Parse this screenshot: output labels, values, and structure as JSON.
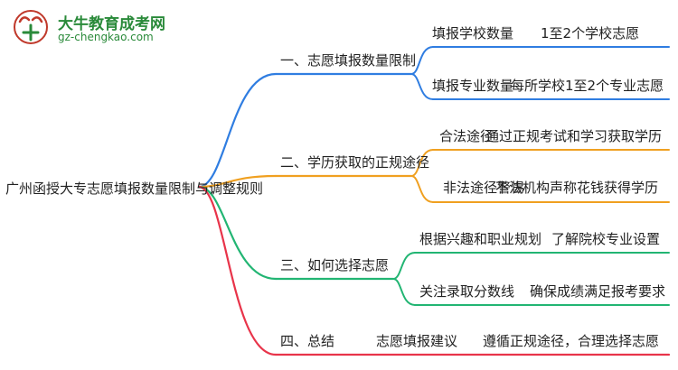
{
  "logo": {
    "name": "大牛教育成考网",
    "url": "gz-chengkao.com"
  },
  "root": "广州函授大专志愿填报数量限制与调整规则",
  "colors": {
    "blue": "#2f7de1",
    "orange": "#f0a020",
    "green": "#22b573",
    "red": "#e8344a"
  },
  "branches": [
    {
      "label": "一、志愿填报数量限制",
      "color": "blue",
      "children": [
        {
          "label": "填报学校数量",
          "leaf": "1至2个学校志愿"
        },
        {
          "label": "填报专业数量",
          "leaf": "每所学校1至2个专业志愿"
        }
      ]
    },
    {
      "label": "二、学历获取的正规途径",
      "color": "orange",
      "children": [
        {
          "label": "合法途径",
          "leaf": "通过正规考试和学习获取学历"
        },
        {
          "label": "非法途径警惕",
          "leaf": "不法机构声称花钱获得学历"
        }
      ]
    },
    {
      "label": "三、如何选择志愿",
      "color": "green",
      "children": [
        {
          "label": "根据兴趣和职业规划",
          "leaf": "了解院校专业设置"
        },
        {
          "label": "关注录取分数线",
          "leaf": "确保成绩满足报考要求"
        }
      ]
    },
    {
      "label": "四、总结",
      "color": "red",
      "children": [
        {
          "label": "志愿填报建议",
          "leaf": "遵循正规途径，合理选择志愿"
        }
      ]
    }
  ]
}
